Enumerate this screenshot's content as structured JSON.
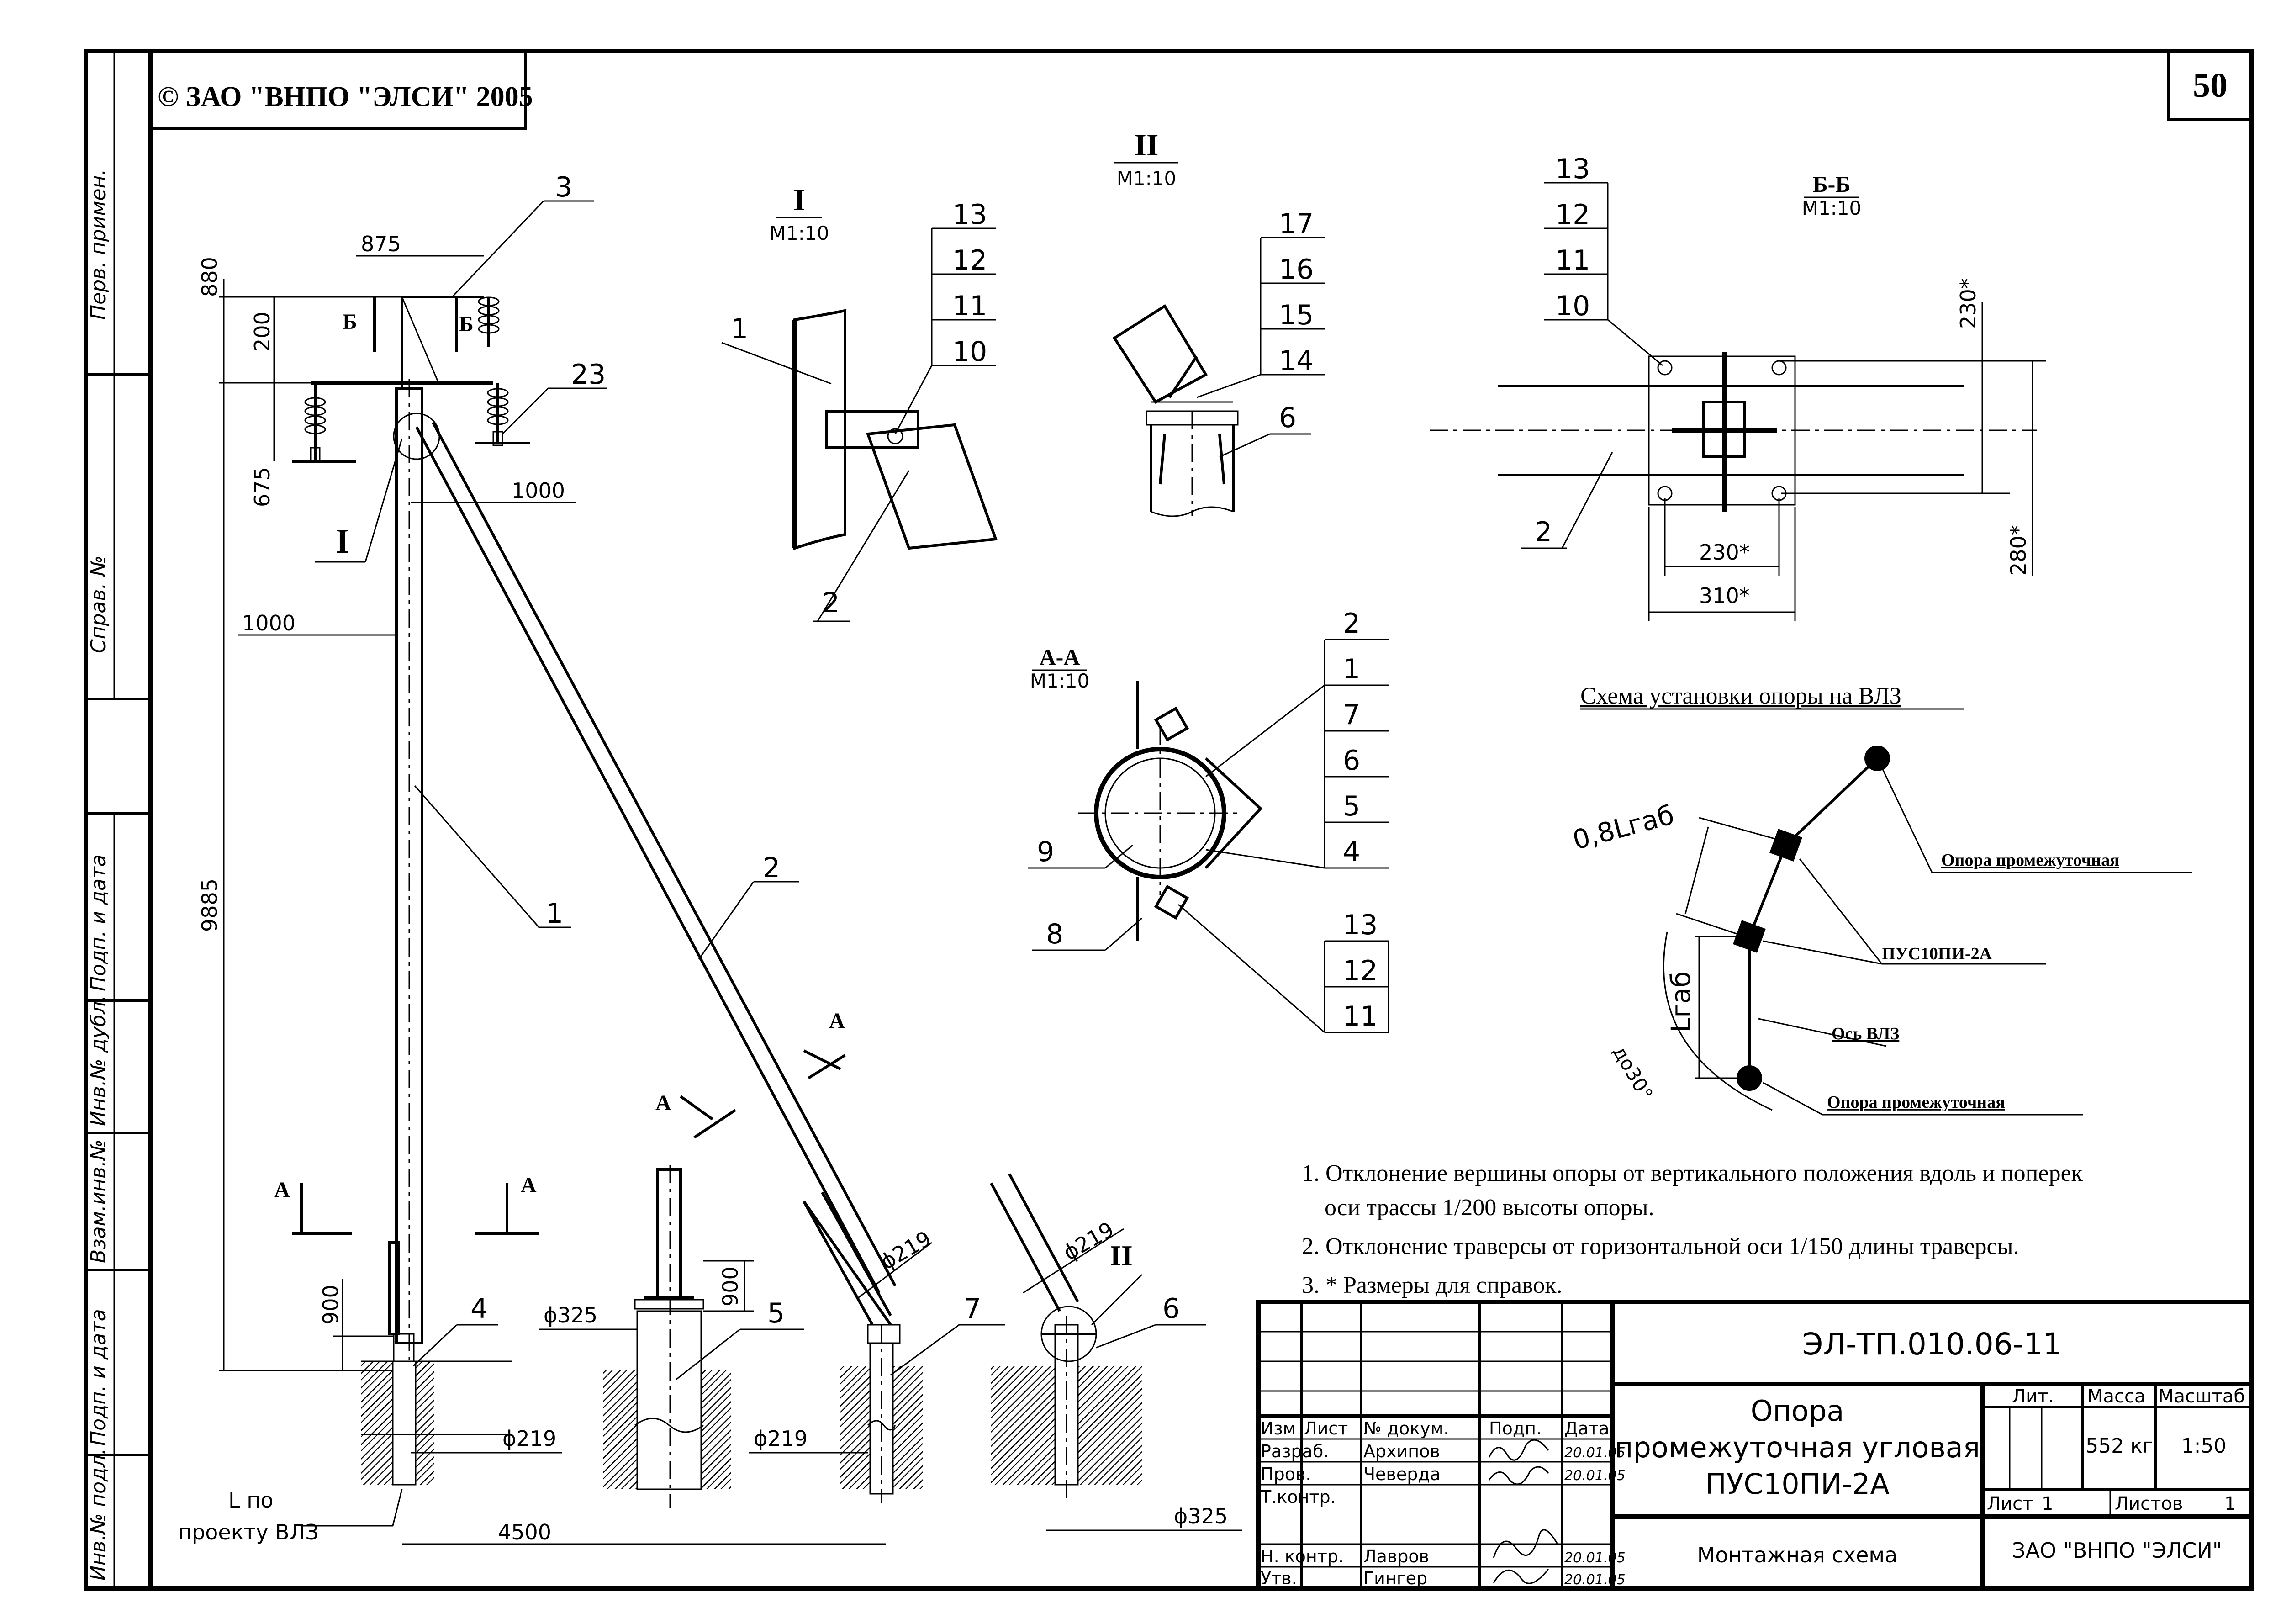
{
  "sheet_number": "50",
  "copyright": "© ЗАО \"ВНПО \"ЭЛСИ\" 2005",
  "side_stamp": {
    "top": [
      "Перв. примен.",
      "Справ. №"
    ],
    "bottom": [
      "Подп. и дата",
      "Инв.№ дубл.",
      "Взам.инв.№",
      "Подп. и дата",
      "Инв.№ подл."
    ]
  },
  "main_view": {
    "dims": {
      "d875": "875",
      "d880": "880",
      "d200": "200",
      "d675": "675",
      "d1000a": "1000",
      "d1000b": "1000",
      "d9885": "9885",
      "d900": "900",
      "d4500": "4500",
      "d219": "ϕ219",
      "d219b": "ϕ219",
      "d325b": "ϕ325"
    },
    "callouts": {
      "c3": "3",
      "c23": "23",
      "c1": "1",
      "c2": "2",
      "c4": "4",
      "c5": "5",
      "c7": "7",
      "c6": "6"
    },
    "sections": {
      "b1": "Б",
      "b2": "Б",
      "a1": "А",
      "a2": "А",
      "a3": "А",
      "a4": "А",
      "node1": "I",
      "node2": "II"
    },
    "lpo": [
      "L по",
      "проекту ВЛЗ"
    ]
  },
  "detail_5": {
    "d325": "ϕ325",
    "d900": "900"
  },
  "detail_7": {
    "d219": "ϕ219"
  },
  "detail_6": {
    "d219": "ϕ219"
  },
  "view_I": {
    "title": "I",
    "scale": "М1:10",
    "stack": [
      "13",
      "12",
      "11",
      "10"
    ],
    "c1": "1",
    "c2": "2"
  },
  "view_II": {
    "title": "II",
    "scale": "М1:10",
    "stack": [
      "17",
      "16",
      "15",
      "14"
    ],
    "c6": "6"
  },
  "view_BB": {
    "title": "Б-Б",
    "scale": "М1:10",
    "stack": [
      "13",
      "12",
      "11",
      "10"
    ],
    "c2": "2",
    "d230v": "230*",
    "d280": "280*",
    "d230h": "230*",
    "d310": "310*"
  },
  "view_AA": {
    "title": "А-А",
    "scale": "М1:10",
    "right_stack": [
      "2",
      "1",
      "7",
      "6",
      "5",
      "4"
    ],
    "low_stack": [
      "13",
      "12",
      "11"
    ],
    "c9": "9",
    "c8": "8"
  },
  "scheme": {
    "title": "Схема установки опоры на ВЛЗ",
    "d08": "0,8Lгаб",
    "dL": "Lгаб",
    "angle": "до30°",
    "labels": [
      "Опора промежуточная",
      "ПУС10ПИ-2А",
      "Ось ВЛЗ",
      "Опора промежуточная"
    ]
  },
  "notes": [
    "1. Отклонение вершины опоры от вертикального положения вдоль и поперек",
    "оси трассы 1/200 высоты опоры.",
    "2. Отклонение траверсы от горизонтальной оси 1/150 длины траверсы.",
    "3. * Размеры для справок."
  ],
  "title_block": {
    "doc_code": "ЭЛ-ТП.010.06-11",
    "name": [
      "Опора",
      "промежуточная угловая",
      "ПУС10ПИ-2А"
    ],
    "sub": "Монтажная схема",
    "org": "ЗАО \"ВНПО \"ЭЛСИ\"",
    "col_heads": [
      "Изм",
      "Лист",
      "№ докум.",
      "Подп.",
      "Дата"
    ],
    "rows": [
      {
        "role": "Разраб.",
        "name": "Архипов",
        "date": "20.01.05"
      },
      {
        "role": "Пров.",
        "name": "Чеверда",
        "date": "20.01.05"
      },
      {
        "role": "Т.контр.",
        "name": "",
        "date": ""
      },
      {
        "role": "Н. контр.",
        "name": "Лавров",
        "date": "20.01.05"
      },
      {
        "role": "Утв.",
        "name": "Гингер",
        "date": "20.01.05"
      }
    ],
    "lit": "Лит.",
    "mass_head": "Масса",
    "scale_head": "Масштаб",
    "mass": "552 кг",
    "scale": "1:50",
    "sheet_label": "Лист",
    "sheet_val": "1",
    "sheets_label": "Листов",
    "sheets_val": "1"
  }
}
